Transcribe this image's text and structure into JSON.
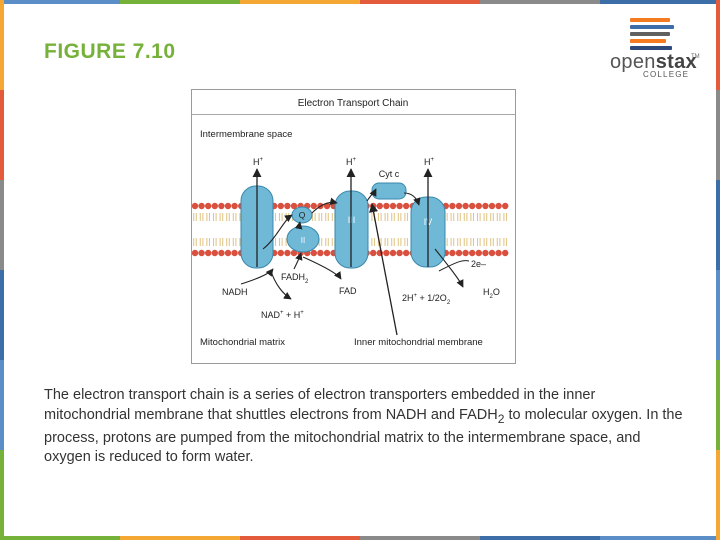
{
  "slide": {
    "title": "FIGURE 7.10",
    "caption_parts": [
      "The electron transport chain is a series of electron transporters embedded in the inner mitochondrial membrane that shuttles electrons from NADH and FADH",
      "2",
      " to molecular oxygen. In the process, protons are pumped from the mitochondrial matrix to the intermembrane space, and oxygen is reduced to form water."
    ]
  },
  "logo": {
    "word_open": "open",
    "word_stax": "stax",
    "tm": "TM",
    "college": "COLLEGE",
    "bar_colors": [
      "#f47b20",
      "#3d6ea8",
      "#606060",
      "#f47b20",
      "#2e4a7a"
    ]
  },
  "edge_colors": [
    "#5b8ec7",
    "#76b13a",
    "#f4a733",
    "#e35b3a",
    "#8a8a8a",
    "#3d6ea8"
  ],
  "diagram": {
    "title": "Electron Transport Chain",
    "intermembrane_label": "Intermembrane space",
    "matrix_label": "Mitochondrial matrix",
    "inner_membrane_label": "Inner mitochondrial membrane",
    "complexes": {
      "I": "I",
      "II": "II",
      "III": "III",
      "IV": "IV",
      "Q": "Q",
      "cyt_c": "Cyt c"
    },
    "proton": {
      "base": "H",
      "sup": "+"
    },
    "nadh": "NADH",
    "nad_plus_h": {
      "a": "NAD",
      "a_sup": "+",
      "b": " + H",
      "b_sup": "+"
    },
    "fadh2": {
      "base": "FADH",
      "sub": "2"
    },
    "fad": "FAD",
    "electrons": "2e–",
    "oxygen_reaction": {
      "a": "2H",
      "a_sup": "+",
      "b": " + 1/2O",
      "b_sub": "2"
    },
    "water": {
      "a": "H",
      "sub": "2",
      "b": "O"
    },
    "colors": {
      "protein": "#6fb8d6",
      "protein_edge": "#3a89ad",
      "lipid_head": "#d9503f",
      "tail": "#e2c78c",
      "frame": "#9a9a9a",
      "header_rule": "#a8a8a8"
    }
  }
}
